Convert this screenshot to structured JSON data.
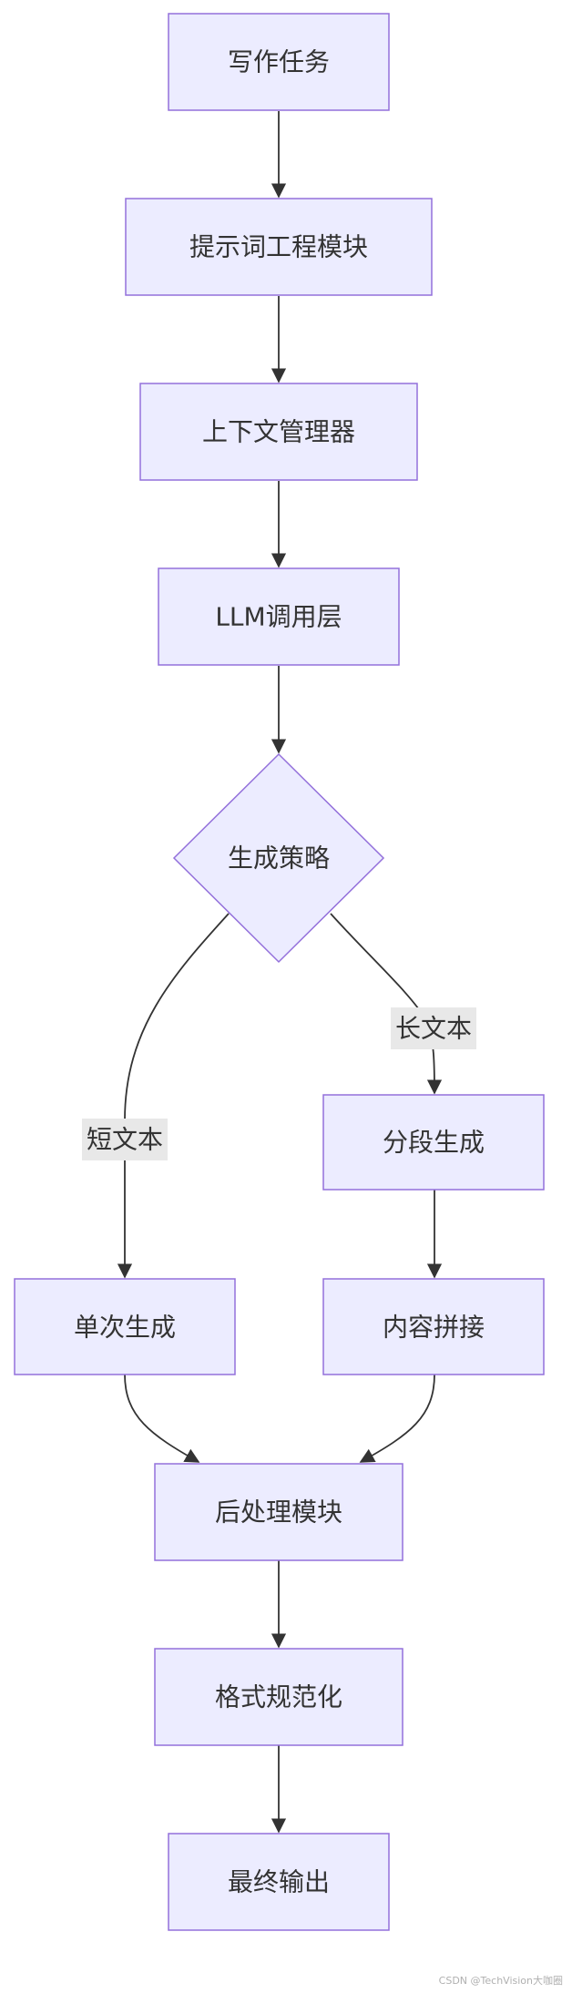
{
  "nodes": {
    "writing_task": "写作任务",
    "prompt_engineering": "提示词工程模块",
    "context_manager": "上下文管理器",
    "llm_layer": "LLM调用层",
    "strategy": "生成策略",
    "segmented_generation": "分段生成",
    "single_generation": "单次生成",
    "content_merge": "内容拼接",
    "postprocess": "后处理模块",
    "format_normalize": "格式规范化",
    "final_output": "最终输出"
  },
  "edge_labels": {
    "long_text": "长文本",
    "short_text": "短文本"
  },
  "watermark": "CSDN @TechVision大咖圈",
  "colors": {
    "node_fill": "#ececff",
    "node_stroke": "#9370db",
    "edge": "#333333",
    "label_bg": "#e8e8e8"
  }
}
